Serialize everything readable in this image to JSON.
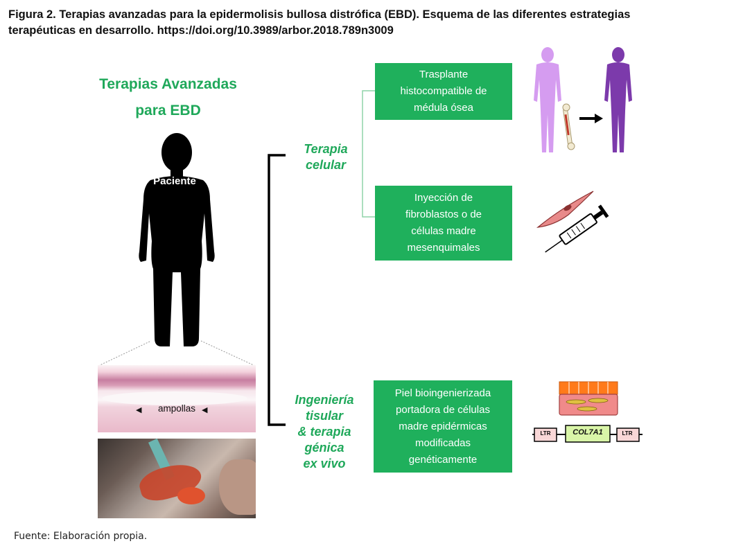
{
  "caption": {
    "line1": "Figura 2. Terapias avanzadas para la epidermolisis bullosa distrófica (EBD). Esquema de las diferentes estrategias",
    "line2": "terapéuticas en desarrollo. https://doi.org/10.3989/arbor.2018.789n3009"
  },
  "heading": {
    "line1": "Terapias Avanzadas",
    "line2": "para EBD"
  },
  "patient_label": "Paciente",
  "histology_label": "ampollas",
  "categories": {
    "cellular": {
      "line1": "Terapia",
      "line2": "celular"
    },
    "tissue": {
      "line1": "Ingeniería",
      "line2": "tisular",
      "line3": "& terapia",
      "line4": "génica",
      "line5": "ex vivo"
    }
  },
  "boxes": {
    "bone_marrow": {
      "line1": "Trasplante",
      "line2": "histocompatible de",
      "line3": "médula ósea"
    },
    "injection": {
      "line1": "Inyección de",
      "line2": "fibroblastos o de",
      "line3": "células madre",
      "line4": "mesenquimales"
    },
    "skin": {
      "line1": "Piel bioingenierizada",
      "line2": "portadora de células",
      "line3": "madre epidérmicas",
      "line4": "modificadas",
      "line5": "genéticamente"
    }
  },
  "gene_construct": {
    "ltr_left": "LTR",
    "gene": "COL7A1",
    "ltr_right": "LTR"
  },
  "source": "Fuente: Elaboración propia.",
  "colors": {
    "accent_green": "#1fb05c",
    "heading_green": "#1fa85a",
    "donor_lilac": "#d59cf0",
    "recipient_purple": "#7c3aab"
  }
}
